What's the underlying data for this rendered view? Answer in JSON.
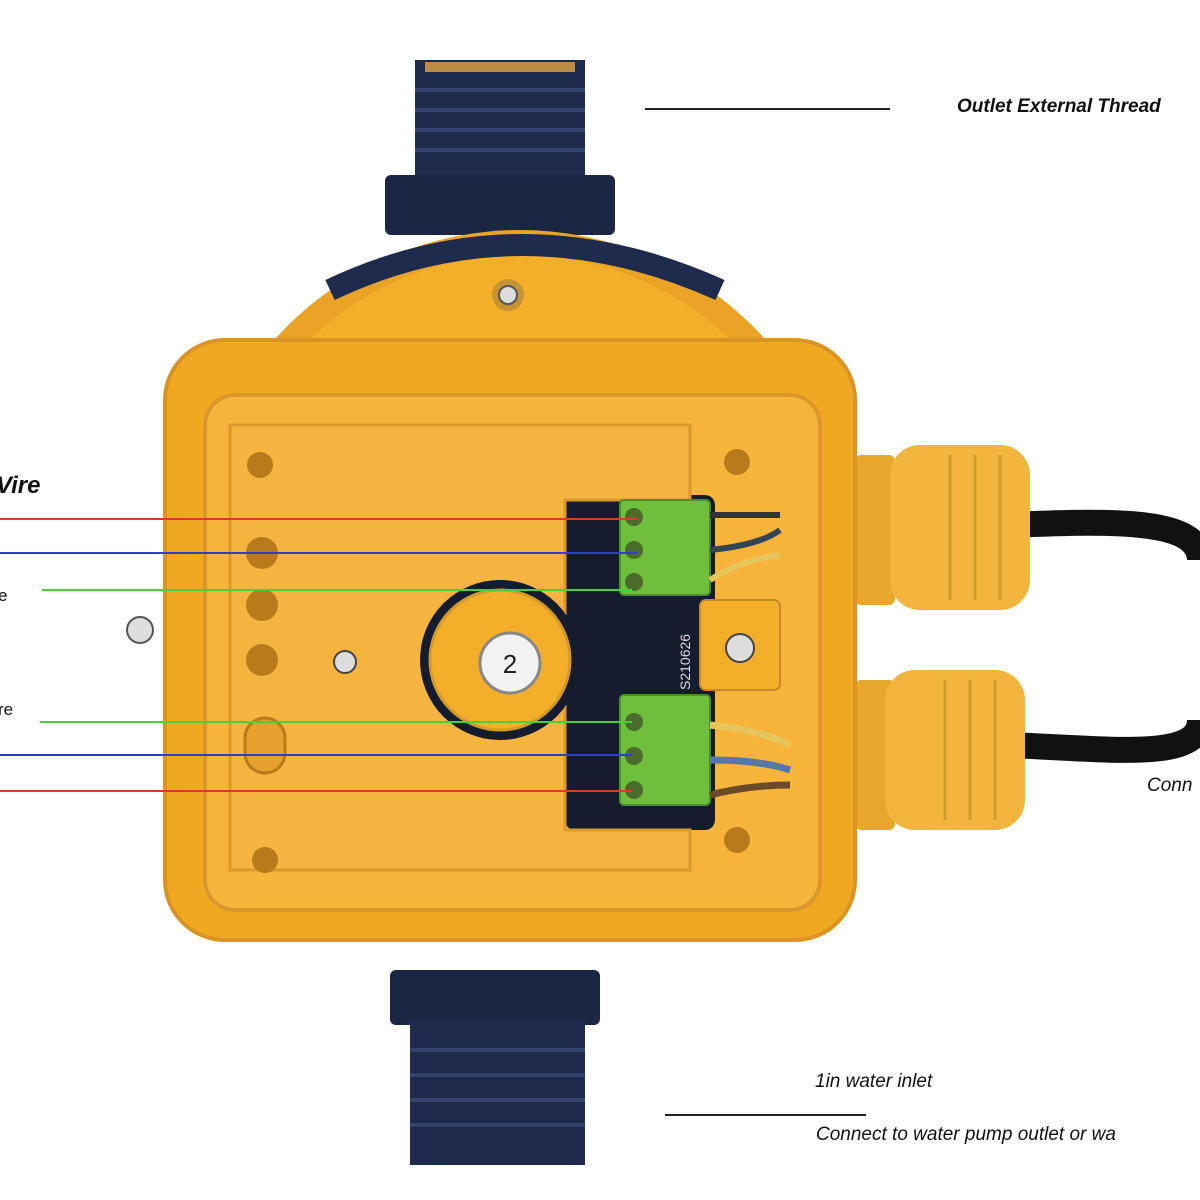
{
  "labels": {
    "outlet_thread": "Outlet External Thread",
    "wire_heading": "Vire",
    "wire_label_1": "e",
    "wire_label_2": "re",
    "connect_right": "Conn",
    "inlet": "1in water inlet",
    "inlet_desc": "Connect to water pump outlet or wa"
  },
  "device": {
    "knob_number": "2",
    "pcb_code": "S210626"
  },
  "colors": {
    "housing": "#f3ae2a",
    "thread": "#1f2b4d",
    "terminal": "#6fbf3c",
    "pcb": "#141c2e",
    "wire_red": "#e0392b",
    "wire_blue": "#2f3fc8",
    "wire_green": "#46d13a"
  }
}
